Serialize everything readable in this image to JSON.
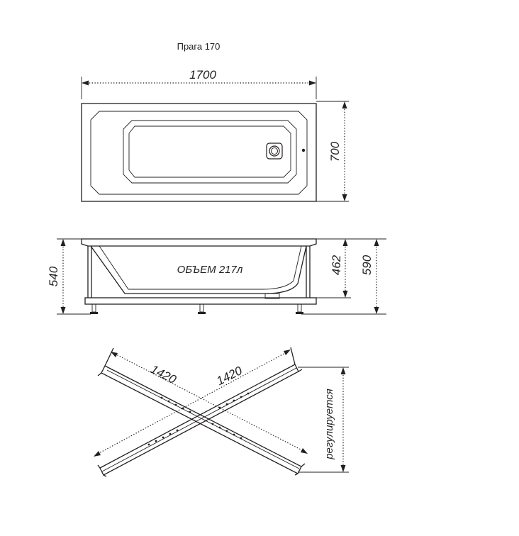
{
  "title": "Прага 170",
  "top_view": {
    "length": "1700",
    "width": "700"
  },
  "side_view": {
    "volume": "ОБЪЕМ 217л",
    "height_left": "540",
    "height_inner": "462",
    "height_right": "590"
  },
  "frame_view": {
    "diag_1": "1420",
    "diag_2": "1420",
    "adjustable": "регулируется"
  },
  "colors": {
    "ink": "#231f20",
    "background": "#ffffff"
  }
}
